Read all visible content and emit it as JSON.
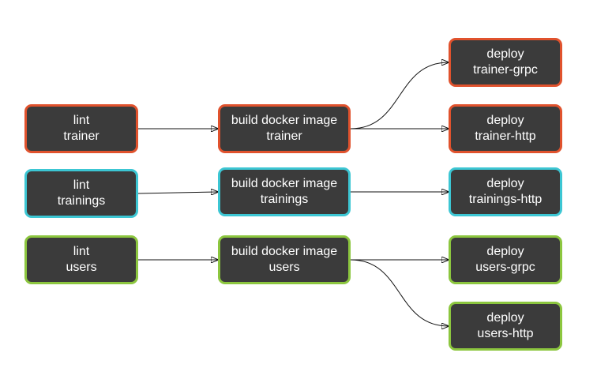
{
  "nodes": {
    "lint_trainer": {
      "line1": "lint",
      "line2": "trainer",
      "color": "#e0522d"
    },
    "lint_trainings": {
      "line1": "lint",
      "line2": "trainings",
      "color": "#3cc6d3"
    },
    "lint_users": {
      "line1": "lint",
      "line2": "users",
      "color": "#8cc63f"
    },
    "build_trainer": {
      "line1": "build docker image",
      "line2": "trainer",
      "color": "#e0522d"
    },
    "build_trainings": {
      "line1": "build docker image",
      "line2": "trainings",
      "color": "#3cc6d3"
    },
    "build_users": {
      "line1": "build docker image",
      "line2": "users",
      "color": "#8cc63f"
    },
    "deploy_trainer_grpc": {
      "line1": "deploy",
      "line2": "trainer-grpc",
      "color": "#e0522d"
    },
    "deploy_trainer_http": {
      "line1": "deploy",
      "line2": "trainer-http",
      "color": "#e0522d"
    },
    "deploy_trainings_http": {
      "line1": "deploy",
      "line2": "trainings-http",
      "color": "#3cc6d3"
    },
    "deploy_users_grpc": {
      "line1": "deploy",
      "line2": "users-grpc",
      "color": "#8cc63f"
    },
    "deploy_users_http": {
      "line1": "deploy",
      "line2": "users-http",
      "color": "#8cc63f"
    }
  },
  "edges": [
    {
      "from": "lint_trainer",
      "to": "build_trainer"
    },
    {
      "from": "lint_trainings",
      "to": "build_trainings"
    },
    {
      "from": "lint_users",
      "to": "build_users"
    },
    {
      "from": "build_trainer",
      "to": "deploy_trainer_grpc"
    },
    {
      "from": "build_trainer",
      "to": "deploy_trainer_http"
    },
    {
      "from": "build_trainings",
      "to": "deploy_trainings_http"
    },
    {
      "from": "build_users",
      "to": "deploy_users_grpc"
    },
    {
      "from": "build_users",
      "to": "deploy_users_http"
    }
  ]
}
